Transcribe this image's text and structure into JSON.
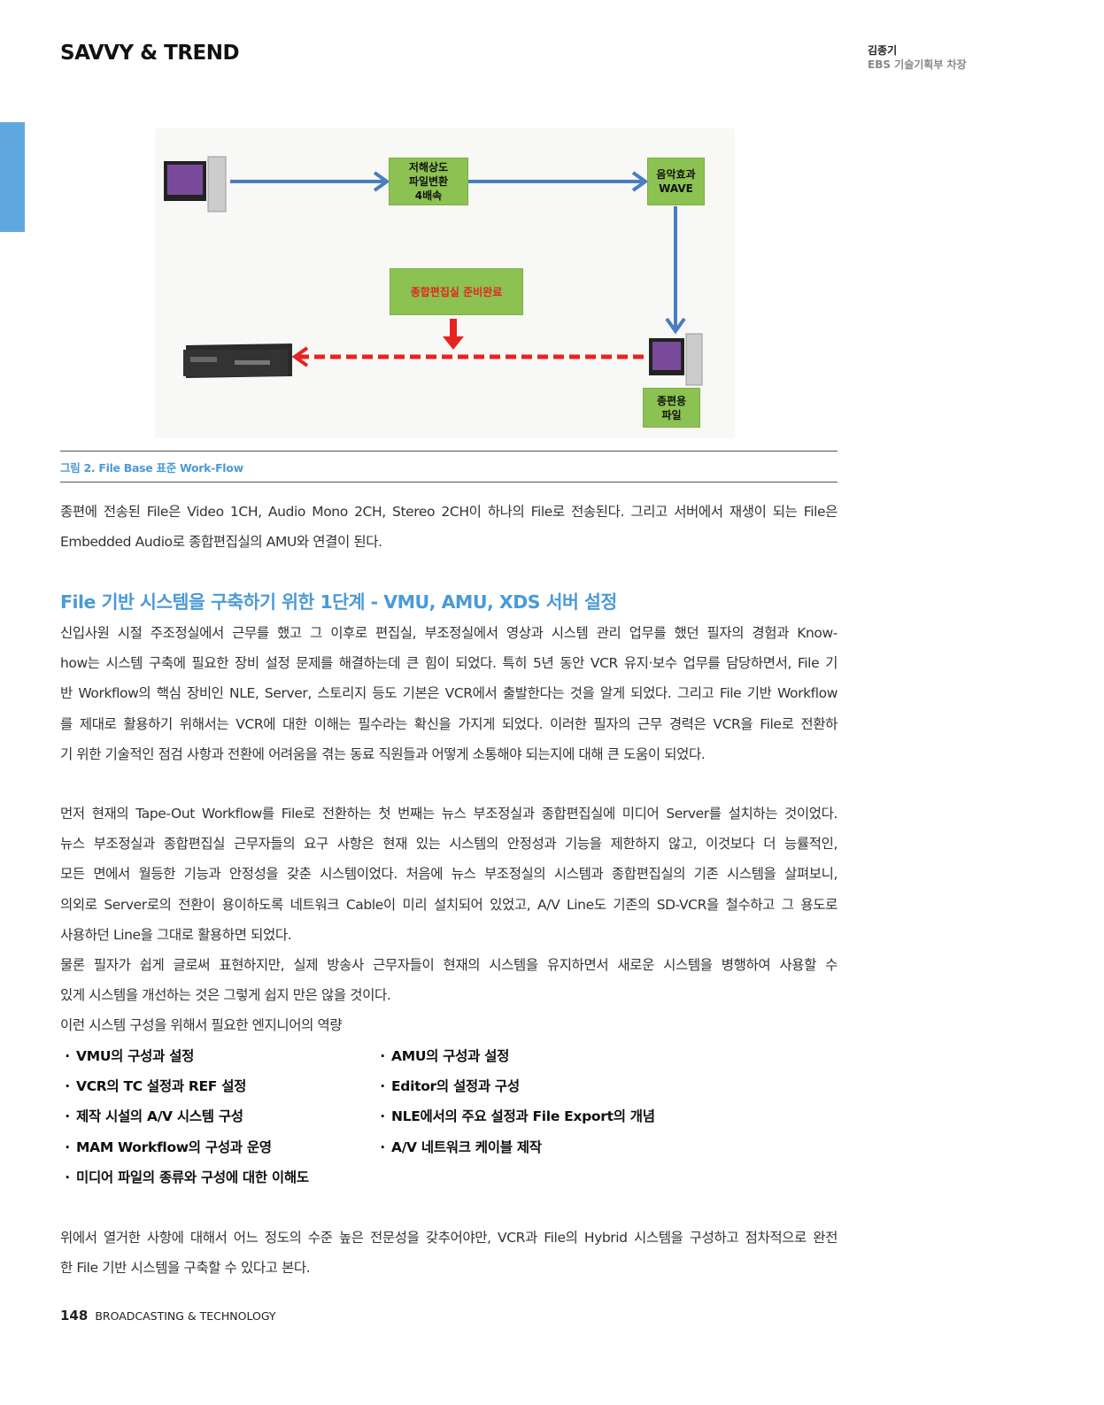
{
  "header": {
    "section": "SAVVY & TREND",
    "author_name": "김종기",
    "author_role": "EBS 기술기획부 차장"
  },
  "diagram": {
    "box1": [
      "저해상도",
      "파일변환",
      "4배속"
    ],
    "box2": [
      "음악효과",
      "WAVE"
    ],
    "box3": "종합편집실 준비완료",
    "box4": [
      "종편용",
      "파일"
    ],
    "colors": {
      "box": "#8cc251",
      "arrow_blue": "#4a7dc0",
      "arrow_red": "#e52421"
    }
  },
  "caption": "그림 2.  File Base 표준 Work-Flow",
  "para1": [
    "종편에 전송된 File은 Video 1CH, Audio Mono 2CH, Stereo 2CH이 하나의 File로 전송된다. 그리고 서버에서 재생이 되는 File은",
    "Embedded Audio로 종합편집실의 AMU와 연결이 된다."
  ],
  "heading": "File 기반 시스템을 구축하기 위한 1단계 - VMU, AMU, XDS 서버 설정",
  "para2": [
    "신입사원 시절 주조정실에서 근무를 했고 그 이후로 편집실, 부조정실에서 영상과 시스템 관리 업무를 했던 필자의 경험과 Know-",
    "how는 시스템 구축에 필요한 장비 설정 문제를 해결하는데 큰 힘이 되었다. 특히 5년 동안 VCR 유지·보수 업무를 담당하면서, File 기",
    "반 Workflow의 핵심 장비인 NLE, Server, 스토리지 등도 기본은 VCR에서 출발한다는 것을 알게 되었다. 그리고 File 기반 Workflow",
    "를 제대로 활용하기 위해서는 VCR에 대한 이해는 필수라는 확신을 가지게 되었다. 이러한 필자의 근무 경력은 VCR을 File로 전환하",
    "기 위한 기술적인 점검 사항과 전환에 어려움을 겪는 동료 직원들과 어떻게 소통해야 되는지에 대해 큰 도움이 되었다."
  ],
  "para3": [
    "먼저 현재의 Tape-Out Workflow를 File로 전환하는 첫 번째는 뉴스 부조정실과 종합편집실에 미디어 Server를 설치하는 것이었다.",
    "뉴스 부조정실과 종합편집실 근무자들의 요구 사항은 현재 있는 시스템의 안정성과 기능을 제한하지 않고, 이것보다 더 능률적인,",
    "모든 면에서 월등한 기능과 안정성을 갖춘 시스템이었다. 처음에 뉴스 부조정실의 시스템과 종합편집실의 기존 시스템을 살펴보니,",
    "의외로 Server로의 전환이 용이하도록 네트워크 Cable이 미리 설치되어 있었고, A/V Line도 기존의 SD-VCR을 철수하고 그 용도로",
    "사용하던 Line을 그대로 활용하면 되었다."
  ],
  "para4": [
    "물론 필자가 쉽게 글로써 표현하지만, 실제 방송사 근무자들이 현재의 시스템을 유지하면서 새로운 시스템을 병행하여 사용할 수",
    "있게 시스템을 개선하는 것은 그렇게 쉽지 만은 않을 것이다.",
    "이런 시스템 구성을 위해서 필요한 엔지니어의 역량"
  ],
  "bullets_left": [
    "VMU의 구성과 설정",
    "VCR의 TC 설정과 REF 설정",
    "제작 시설의 A/V 시스템 구성",
    "MAM Workflow의 구성과 운영",
    "미디어 파일의 종류와 구성에 대한 이해도"
  ],
  "bullets_right": [
    "AMU의 구성과 설정",
    "Editor의 설정과 구성",
    "NLE에서의 주요 설정과 File Export의 개념",
    "A/V 네트워크 케이블 제작"
  ],
  "para5": [
    "위에서 열거한 사항에 대해서 어느 정도의 수준 높은 전문성을 갖추어야만, VCR과 File의 Hybrid 시스템을 구성하고 점차적으로 완전",
    "한 File 기반 시스템을 구축할 수 있다고 본다."
  ],
  "footer": {
    "page": "148",
    "publication": "BROADCASTING & TECHNOLOGY"
  }
}
